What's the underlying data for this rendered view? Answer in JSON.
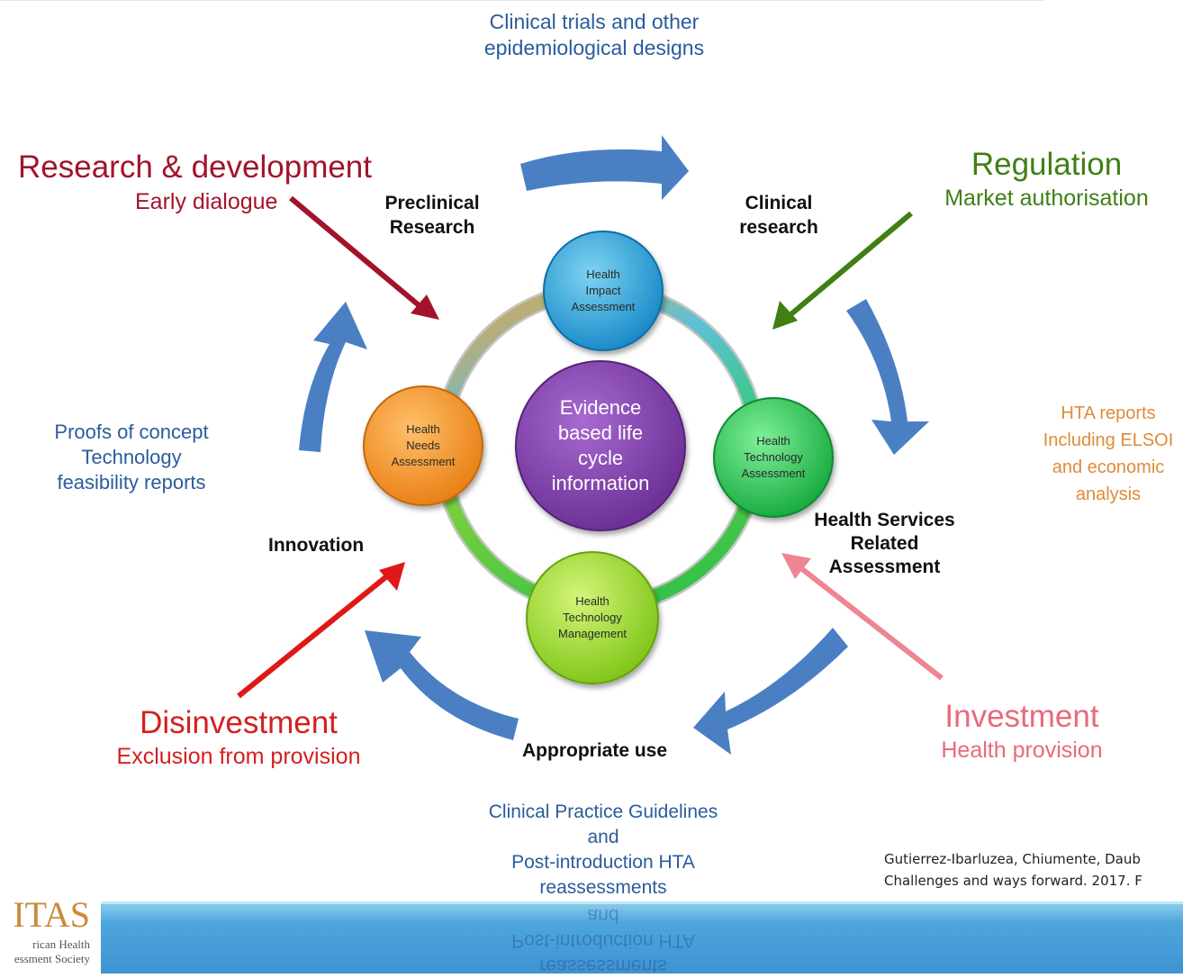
{
  "top_label": {
    "line1": "Clinical trials and other",
    "line2": "epidemiological designs"
  },
  "quadrants": {
    "research": {
      "title": "Research & development",
      "subtitle": "Early dialogue"
    },
    "regulation": {
      "title": "Regulation",
      "subtitle": "Market authorisation"
    },
    "disinvestment": {
      "title": "Disinvestment",
      "subtitle": "Exclusion from provision"
    },
    "investment": {
      "title": "Investment",
      "subtitle": "Health provision"
    }
  },
  "stages": {
    "preclinical": {
      "line1": "Preclinical",
      "line2": "Research"
    },
    "clinical": {
      "line1": "Clinical",
      "line2": "research"
    },
    "innovation": "Innovation",
    "health_services": {
      "line1": "Health Services",
      "line2": "Related",
      "line3": "Assessment"
    },
    "appropriate_use": "Appropriate use"
  },
  "side_notes": {
    "left": {
      "line1": "Proofs of concept",
      "line2": "Technology",
      "line3": "feasibility reports"
    },
    "right": {
      "line1": "HTA reports",
      "line2": "Including ELSOI",
      "line3": "and economic",
      "line4": "analysis"
    },
    "bottom": {
      "line1": "Clinical Practice Guidelines",
      "line2": "and",
      "line3": "Post-introduction HTA",
      "line4": "reassessments"
    }
  },
  "nodes": {
    "top": {
      "line1": "Health",
      "line2": "Impact",
      "line3": "Assessment"
    },
    "left": {
      "line1": "Health",
      "line2": "Needs",
      "line3": "Assessment"
    },
    "right": {
      "line1": "Health",
      "line2": "Technology",
      "line3": "Assessment"
    },
    "bottom": {
      "line1": "Health",
      "line2": "Technology",
      "line3": "Management"
    },
    "center": {
      "line1": "Evidence",
      "line2": "based life",
      "line3": "cycle",
      "line4": "information"
    }
  },
  "citation": {
    "line1": "Gutierrez-Ibarluzea, Chiumente, Daub",
    "line2": "Challenges and ways forward. 2017. F"
  },
  "logo": {
    "mark": "ITAS",
    "line1": "rican Health",
    "line2": "essment Society"
  },
  "reflection": {
    "line1": "reassessments",
    "line2": "Post-introduction HTA",
    "line3": "and"
  },
  "colors": {
    "research": "#a3132a",
    "regulation": "#3f7f14",
    "disinvestment": "#d41f1f",
    "investment": "#e86a7b",
    "blue_text": "#2a5c9c",
    "orange_text": "#e08a3a",
    "arrow_blue": "#4a7fc3",
    "node_top": "#1e9ad6",
    "node_left": "#f08b1c",
    "node_right": "#22bf4c",
    "node_bottom": "#8fd31e",
    "center": "#7e3fa4"
  }
}
